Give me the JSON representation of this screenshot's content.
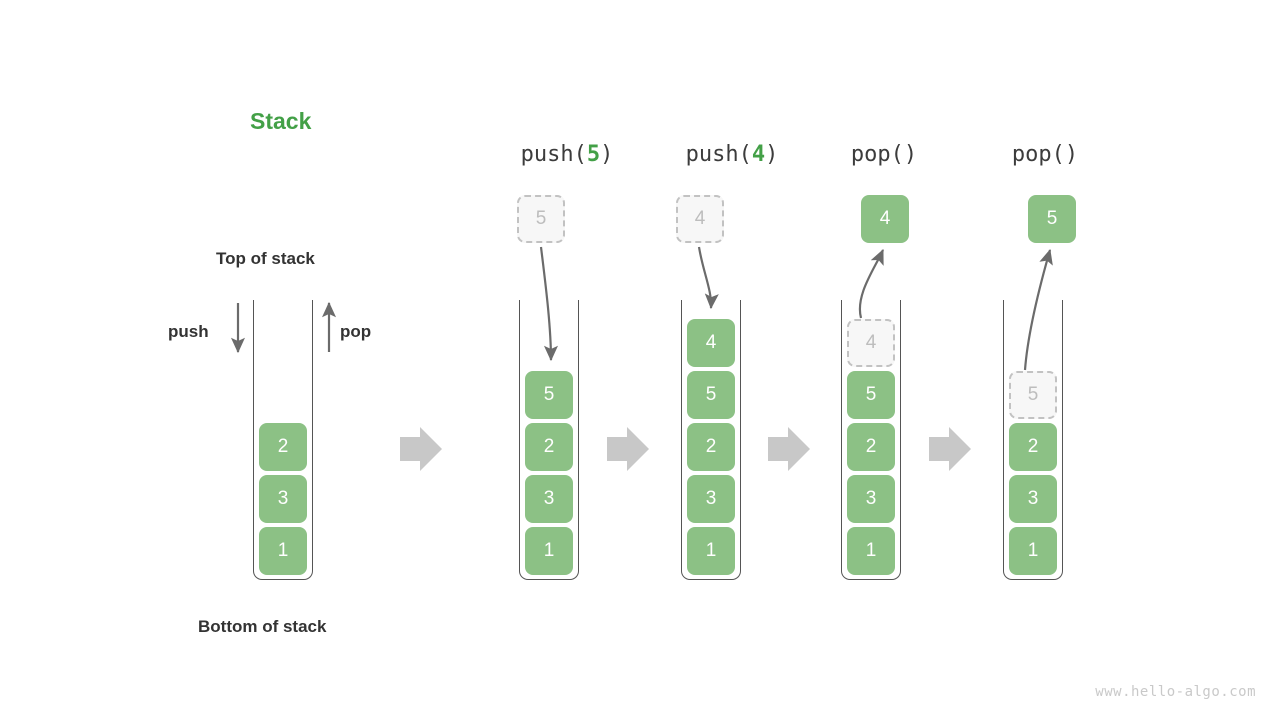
{
  "title": "Stack",
  "labels": {
    "top_of_stack": "Top of stack",
    "bottom_of_stack": "Bottom of stack",
    "push": "push",
    "pop": "pop"
  },
  "watermark": "www.hello-algo.com",
  "colors": {
    "accent_green": "#43a047",
    "cell_green": "#8cc185",
    "ghost_fill": "#f7f7f7",
    "ghost_border": "#c2c2c2",
    "container_stroke": "#555555",
    "arrow_gray": "#6b6b6b",
    "flow_arrow_gray": "#c8c8c8",
    "text_dark": "#333333",
    "watermark_gray": "#c9c9c9"
  },
  "initial_stack": {
    "name": "initial",
    "values": [
      "2",
      "3",
      "1"
    ]
  },
  "steps": [
    {
      "id": "step-push-5",
      "op_prefix": "push(",
      "op_arg": "5",
      "op_suffix": ")",
      "op_full": "push(5)",
      "floating": {
        "value": "5",
        "style": "ghost",
        "position": "above"
      },
      "arrow_direction": "down",
      "stack_values": [
        "5",
        "2",
        "3",
        "1"
      ],
      "stack_styles": [
        "solid",
        "solid",
        "solid",
        "solid"
      ]
    },
    {
      "id": "step-push-4",
      "op_prefix": "push(",
      "op_arg": "4",
      "op_suffix": ")",
      "op_full": "push(4)",
      "floating": {
        "value": "4",
        "style": "ghost",
        "position": "above"
      },
      "arrow_direction": "down",
      "stack_values": [
        "4",
        "5",
        "2",
        "3",
        "1"
      ],
      "stack_styles": [
        "solid",
        "solid",
        "solid",
        "solid",
        "solid"
      ]
    },
    {
      "id": "step-pop-1",
      "op_prefix": "pop(",
      "op_arg": "",
      "op_suffix": ")",
      "op_full": "pop()",
      "floating": {
        "value": "4",
        "style": "solid",
        "position": "above"
      },
      "arrow_direction": "up",
      "stack_values": [
        "4",
        "5",
        "2",
        "3",
        "1"
      ],
      "stack_styles": [
        "ghost",
        "solid",
        "solid",
        "solid",
        "solid"
      ]
    },
    {
      "id": "step-pop-2",
      "op_prefix": "pop(",
      "op_arg": "",
      "op_suffix": ")",
      "op_full": "pop()",
      "floating": {
        "value": "5",
        "style": "solid",
        "position": "above"
      },
      "arrow_direction": "up",
      "stack_values": [
        "5",
        "2",
        "3",
        "1"
      ],
      "stack_styles": [
        "ghost",
        "solid",
        "solid",
        "solid"
      ]
    }
  ],
  "flow_arrows": [
    {
      "name": "flow-arrow-1"
    },
    {
      "name": "flow-arrow-2"
    },
    {
      "name": "flow-arrow-3"
    },
    {
      "name": "flow-arrow-4"
    }
  ]
}
